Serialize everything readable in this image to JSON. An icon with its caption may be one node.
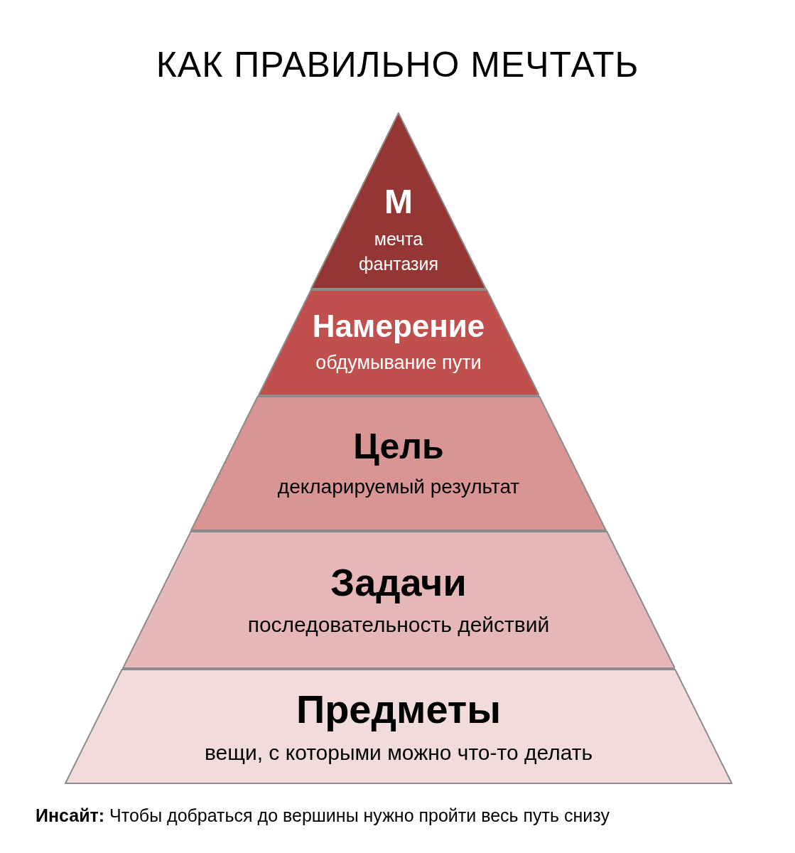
{
  "diagram": {
    "title": "КАК ПРАВИЛЬНО МЕЧТАТЬ",
    "nodes": [
      {
        "text": [
          "М",
          "мечта фантазия"
        ]
      },
      {
        "text": [
          "Намерение",
          "обдумывание пути"
        ]
      },
      {
        "text": [
          "Цель",
          "декларируемый результат"
        ]
      },
      {
        "text": [
          "Задачи",
          "последовательность действий"
        ]
      },
      {
        "text": [
          "Предметы",
          "вещи, с которыми можно что-то делать"
        ]
      }
    ],
    "edges": [],
    "labels": [
      "**Инсайт:** Чтобы добраться до вершины нужно пройти весь путь снизу"
    ]
  }
}
